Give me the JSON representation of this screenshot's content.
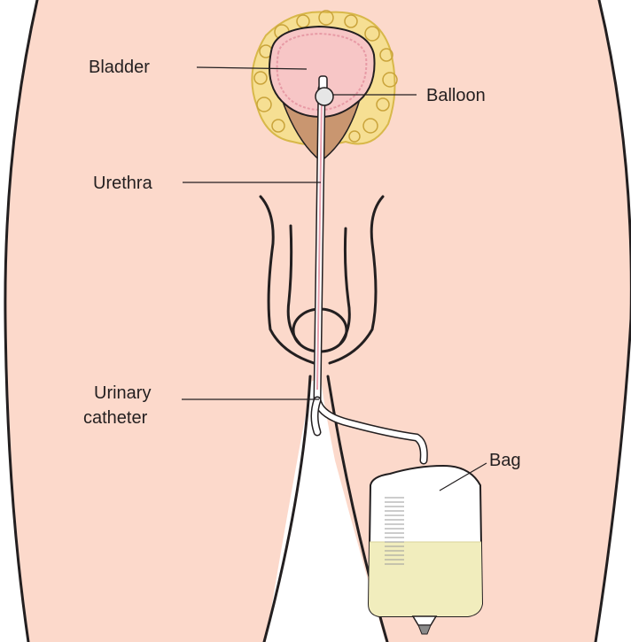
{
  "diagram": {
    "labels": {
      "bladder": "Bladder",
      "balloon": "Balloon",
      "urethra": "Urethra",
      "catheter_line1": "Urinary",
      "catheter_line2": "catheter",
      "bag": "Bag"
    },
    "colors": {
      "skin": "#fcd9cb",
      "outline": "#231f20",
      "bladder_fill": "#f7c6c6",
      "bladder_rim": "#e79aa5",
      "fat_tissue": "#f6df93",
      "prostate": "#c99670",
      "catheter_tube": "#ffffff",
      "urethra_inner": "#e9a0ae",
      "bag_body": "#ffffff",
      "urine": "#f1edbd",
      "bag_outlet": "#8a8a8a"
    }
  }
}
